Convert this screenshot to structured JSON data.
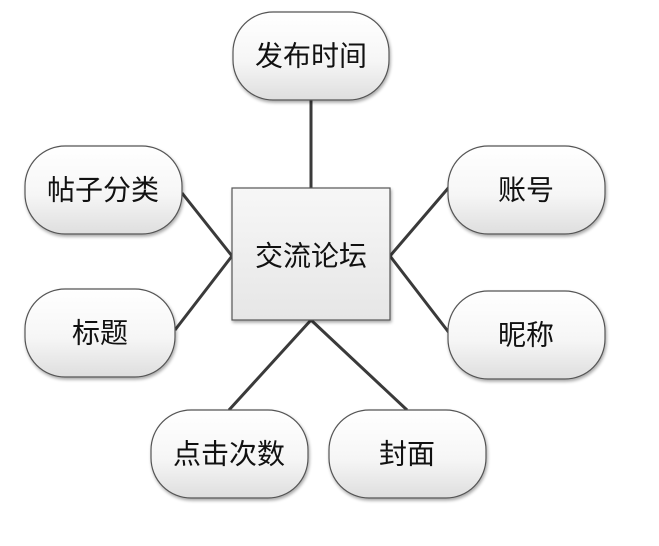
{
  "center": {
    "label": "交流论坛"
  },
  "attributes": {
    "publish_time": "发布时间",
    "post_category": "帖子分类",
    "title": "标题",
    "click_count": "点击次数",
    "cover": "封面",
    "account": "账号",
    "nickname": "昵称"
  },
  "colors": {
    "box_fill_light": "#ffffff",
    "box_fill_dark": "#e3e3e3",
    "box_stroke": "#555555",
    "line": "#3a3a3a",
    "text": "#111111"
  }
}
